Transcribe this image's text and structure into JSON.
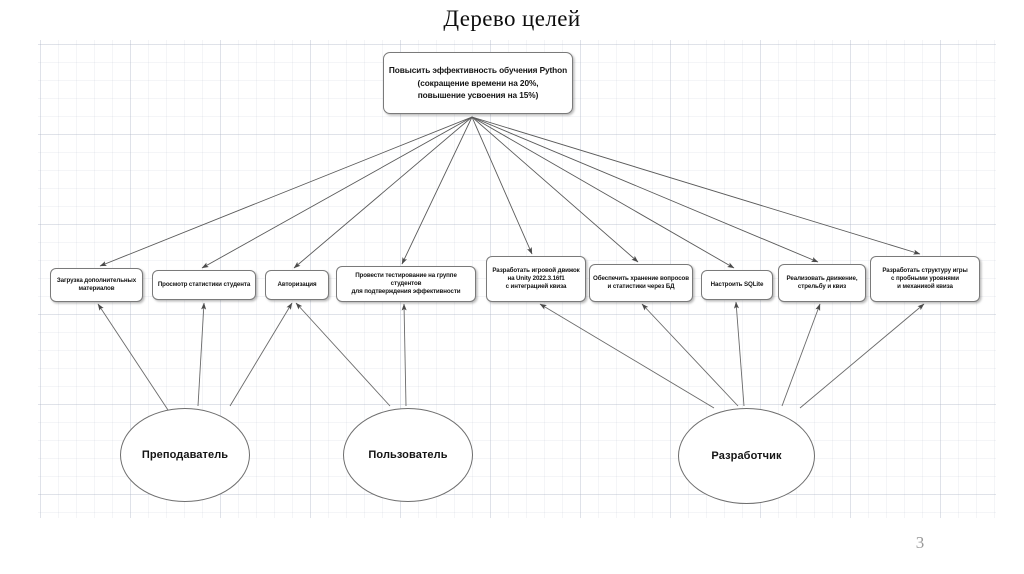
{
  "slide": {
    "title": "Дерево целей",
    "page_number": "3"
  },
  "diagram": {
    "type": "goal-tree",
    "root": {
      "id": "root",
      "lines": [
        "Повысить эффективность обучения Python",
        "(сокращение времени на 20%,",
        "повышение усвоения на 15%)"
      ],
      "text": "Повысить эффективность обучения Python (сокращение времени на 20%, повышение усвоения на 15%)"
    },
    "goals": [
      {
        "id": "l1",
        "lines": [
          "Загрузка дополнительных",
          "материалов"
        ],
        "text": "Загрузка дополнительных материалов"
      },
      {
        "id": "l2",
        "lines": [
          "Просмотр статистики студента"
        ],
        "text": "Просмотр статистики студента"
      },
      {
        "id": "l3",
        "lines": [
          "Авторизация"
        ],
        "text": "Авторизация"
      },
      {
        "id": "l4",
        "lines": [
          "Провести тестирование на группе студентов",
          "для подтверждения эффективности"
        ],
        "text": "Провести тестирование на группе студентов для подтверждения эффективности"
      },
      {
        "id": "l5",
        "lines": [
          "Разработать игровой движок",
          "на Unity 2022.3.16f1",
          "с интеграцией квиза"
        ],
        "text": "Разработать игровой движок на Unity 2022.3.16f1 с интеграцией квиза"
      },
      {
        "id": "l6",
        "lines": [
          "Обеспечить хранение вопросов",
          "и статистики через БД"
        ],
        "text": "Обеспечить хранение вопросов и статистики через БД"
      },
      {
        "id": "l7",
        "lines": [
          "Настроить SQLite"
        ],
        "text": "Настроить SQLite"
      },
      {
        "id": "l8",
        "lines": [
          "Реализовать движение,",
          "стрельбу и квиз"
        ],
        "text": "Реализовать движение, стрельбу и квиз"
      },
      {
        "id": "l9",
        "lines": [
          "Разработать структуру игры",
          "с пробными уровнями",
          "и механикой квиза"
        ],
        "text": "Разработать структуру игры с пробными уровнями и механикой квиза"
      }
    ],
    "actors": [
      {
        "id": "teacher",
        "label": "Преподаватель"
      },
      {
        "id": "user",
        "label": "Пользователь"
      },
      {
        "id": "developer",
        "label": "Разработчик"
      }
    ],
    "colors": {
      "node_border": "#7a7a7a",
      "node_fill": "#ffffff",
      "edge": "#555555",
      "grid": "#aab2c4",
      "text": "#131313",
      "page_number": "#9a9a9a"
    }
  }
}
